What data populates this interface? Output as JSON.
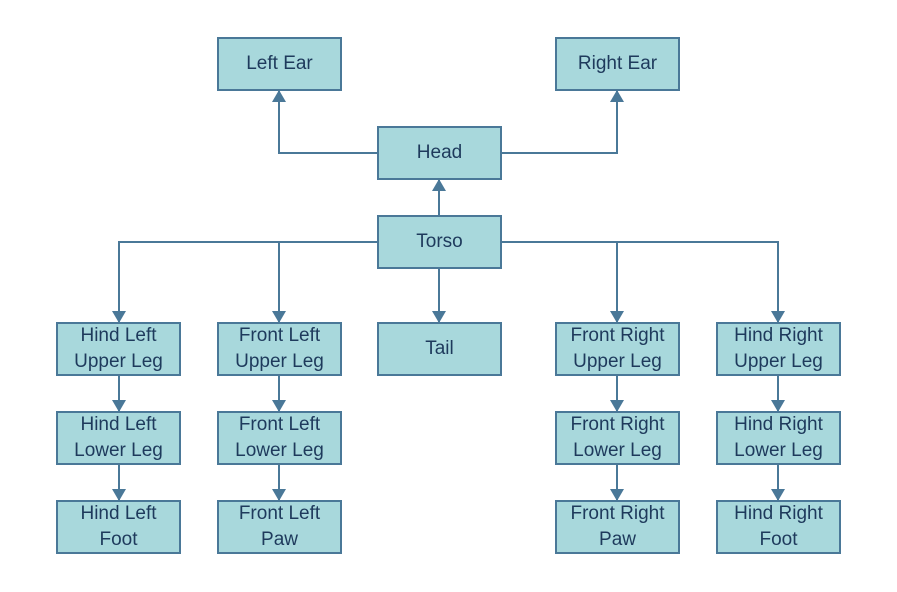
{
  "colors": {
    "node_fill": "#a8d8dc",
    "node_border": "#4a7898",
    "edge": "#4a7898",
    "text": "#1e3a5c"
  },
  "nodes": {
    "left_ear": {
      "lines": [
        "Left Ear"
      ]
    },
    "right_ear": {
      "lines": [
        "Right Ear"
      ]
    },
    "head": {
      "lines": [
        "Head"
      ]
    },
    "torso": {
      "lines": [
        "Torso"
      ]
    },
    "tail": {
      "lines": [
        "Tail"
      ]
    },
    "hind_left_upper_leg": {
      "lines": [
        "Hind Left",
        "Upper Leg"
      ]
    },
    "hind_left_lower_leg": {
      "lines": [
        "Hind Left",
        "Lower Leg"
      ]
    },
    "hind_left_foot": {
      "lines": [
        "Hind Left",
        "Foot"
      ]
    },
    "front_left_upper_leg": {
      "lines": [
        "Front Left",
        "Upper Leg"
      ]
    },
    "front_left_lower_leg": {
      "lines": [
        "Front Left",
        "Lower Leg"
      ]
    },
    "front_left_paw": {
      "lines": [
        "Front Left",
        "Paw"
      ]
    },
    "front_right_upper_leg": {
      "lines": [
        "Front Right",
        "Upper Leg"
      ]
    },
    "front_right_lower_leg": {
      "lines": [
        "Front Right",
        "Lower Leg"
      ]
    },
    "front_right_paw": {
      "lines": [
        "Front Right",
        "Paw"
      ]
    },
    "hind_right_upper_leg": {
      "lines": [
        "Hind Right",
        "Upper Leg"
      ]
    },
    "hind_right_lower_leg": {
      "lines": [
        "Hind Right",
        "Lower Leg"
      ]
    },
    "hind_right_foot": {
      "lines": [
        "Hind Right",
        "Foot"
      ]
    }
  },
  "edges": [
    {
      "from": "head",
      "to": "left_ear"
    },
    {
      "from": "head",
      "to": "right_ear"
    },
    {
      "from": "torso",
      "to": "head"
    },
    {
      "from": "torso",
      "to": "tail"
    },
    {
      "from": "torso",
      "to": "hind_left_upper_leg"
    },
    {
      "from": "torso",
      "to": "front_left_upper_leg"
    },
    {
      "from": "torso",
      "to": "front_right_upper_leg"
    },
    {
      "from": "torso",
      "to": "hind_right_upper_leg"
    },
    {
      "from": "hind_left_upper_leg",
      "to": "hind_left_lower_leg"
    },
    {
      "from": "hind_left_lower_leg",
      "to": "hind_left_foot"
    },
    {
      "from": "front_left_upper_leg",
      "to": "front_left_lower_leg"
    },
    {
      "from": "front_left_lower_leg",
      "to": "front_left_paw"
    },
    {
      "from": "front_right_upper_leg",
      "to": "front_right_lower_leg"
    },
    {
      "from": "front_right_lower_leg",
      "to": "front_right_paw"
    },
    {
      "from": "hind_right_upper_leg",
      "to": "hind_right_lower_leg"
    },
    {
      "from": "hind_right_lower_leg",
      "to": "hind_right_foot"
    }
  ]
}
